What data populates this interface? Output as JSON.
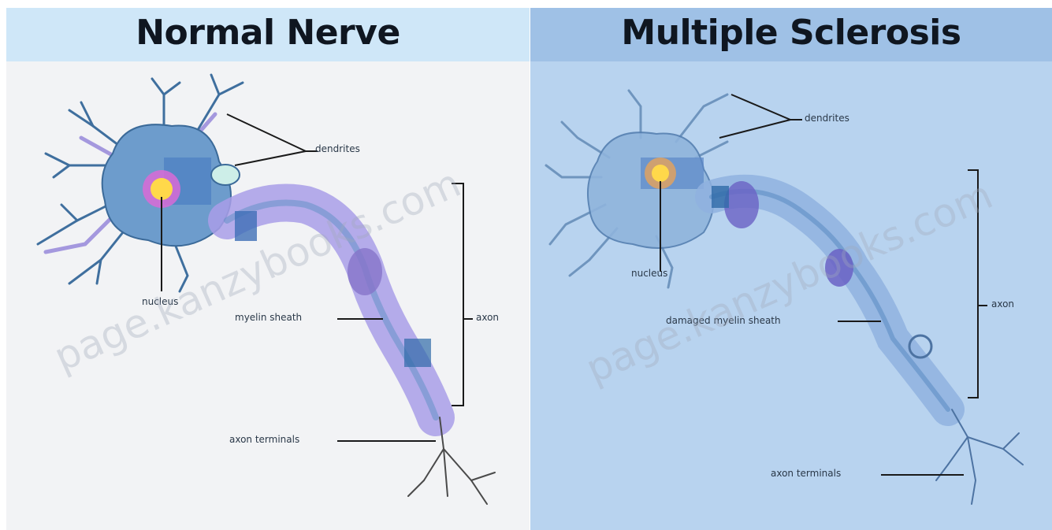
{
  "panels": {
    "normal": {
      "title": "Normal Nerve",
      "labels": {
        "dendrites": "dendrites",
        "nucleus": "nucleus",
        "myelin_sheath": "myelin sheath",
        "axon": "axon",
        "axon_terminals": "axon terminals"
      }
    },
    "ms": {
      "title": "Multiple Sclerosis",
      "labels": {
        "dendrites": "dendrites",
        "nucleus": "nucleus",
        "damaged_myelin_sheath": "damaged myelin sheath",
        "axon": "axon",
        "axon_terminals": "axon terminals"
      }
    }
  },
  "watermark": "page.kanzybooks.com",
  "colors": {
    "left_bg": "#f2f3f5",
    "right_bg": "#b8d3ef",
    "neuron_blue": "#5b8fc4",
    "myelin_purple": "#b7a9e6",
    "nucleus_yellow": "#ffd84a"
  }
}
